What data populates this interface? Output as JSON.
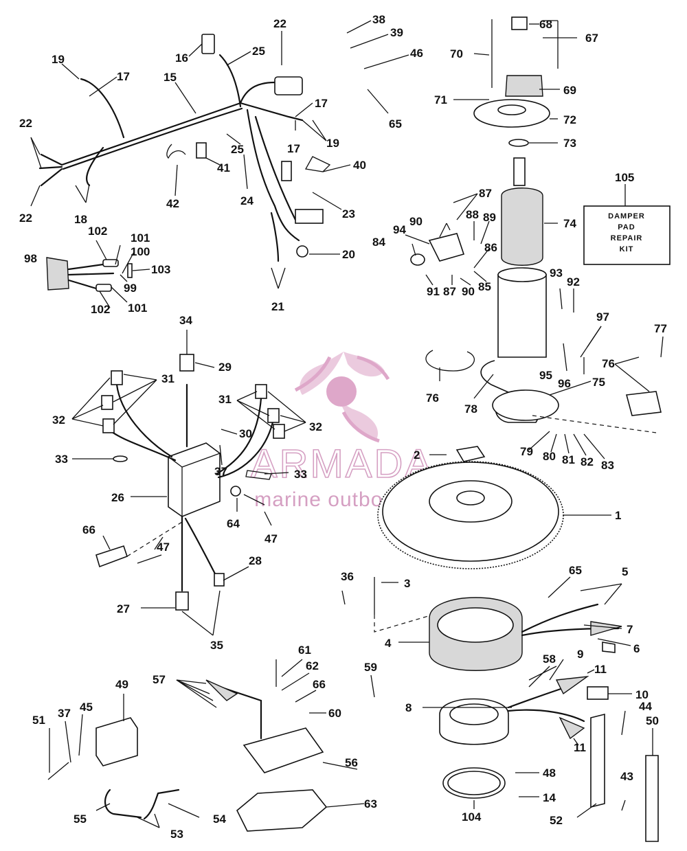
{
  "watermark": {
    "brand": "ARMADA",
    "tagline": "marine outboards",
    "color": "#d48ab8"
  },
  "kit_box": {
    "lines": [
      "DAMPER",
      "PAD",
      "REPAIR",
      "KIT"
    ]
  },
  "callouts": {
    "c1": "1",
    "c2": "2",
    "c3": "3",
    "c4": "4",
    "c5": "5",
    "c6": "6",
    "c7": "7",
    "c8": "8",
    "c9": "9",
    "c10": "10",
    "c11a": "11",
    "c11b": "11",
    "c14": "14",
    "c15": "15",
    "c16": "16",
    "c17a": "17",
    "c17b": "17",
    "c17c": "17",
    "c18": "18",
    "c19a": "19",
    "c19b": "19",
    "c20": "20",
    "c21": "21",
    "c22a": "22",
    "c22b": "22",
    "c22c": "22",
    "c23": "23",
    "c24": "24",
    "c25a": "25",
    "c25b": "25",
    "c26": "26",
    "c27": "27",
    "c28": "28",
    "c29": "29",
    "c30": "30",
    "c31a": "31",
    "c31b": "31",
    "c32a": "32",
    "c32b": "32",
    "c33a": "33",
    "c33b": "33",
    "c34": "34",
    "c35": "35",
    "c36": "36",
    "c37a": "37",
    "c37b": "37",
    "c38": "38",
    "c39": "39",
    "c40": "40",
    "c41": "41",
    "c42": "42",
    "c43": "43",
    "c44": "44",
    "c45": "45",
    "c46": "46",
    "c47a": "47",
    "c47b": "47",
    "c48": "48",
    "c49": "49",
    "c50": "50",
    "c51": "51",
    "c52": "52",
    "c53": "53",
    "c54": "54",
    "c55": "55",
    "c56": "56",
    "c57": "57",
    "c58": "58",
    "c59": "59",
    "c60": "60",
    "c61": "61",
    "c62": "62",
    "c63": "63",
    "c64": "64",
    "c65a": "65",
    "c65b": "65",
    "c66a": "66",
    "c66b": "66",
    "c67": "67",
    "c68": "68",
    "c69": "69",
    "c70": "70",
    "c71": "71",
    "c72": "72",
    "c73": "73",
    "c74": "74",
    "c75": "75",
    "c76a": "76",
    "c76b": "76",
    "c77": "77",
    "c78": "78",
    "c79": "79",
    "c80": "80",
    "c81": "81",
    "c82": "82",
    "c83": "83",
    "c84": "84",
    "c85": "85",
    "c86": "86",
    "c87a": "87",
    "c87b": "87",
    "c88": "88",
    "c89": "89",
    "c90a": "90",
    "c90b": "90",
    "c91": "91",
    "c92": "92",
    "c93": "93",
    "c94": "94",
    "c95": "95",
    "c96": "96",
    "c97": "97",
    "c98": "98",
    "c99": "99",
    "c100": "100",
    "c101a": "101",
    "c101b": "101",
    "c102a": "102",
    "c102b": "102",
    "c103": "103",
    "c104": "104",
    "c105": "105"
  }
}
